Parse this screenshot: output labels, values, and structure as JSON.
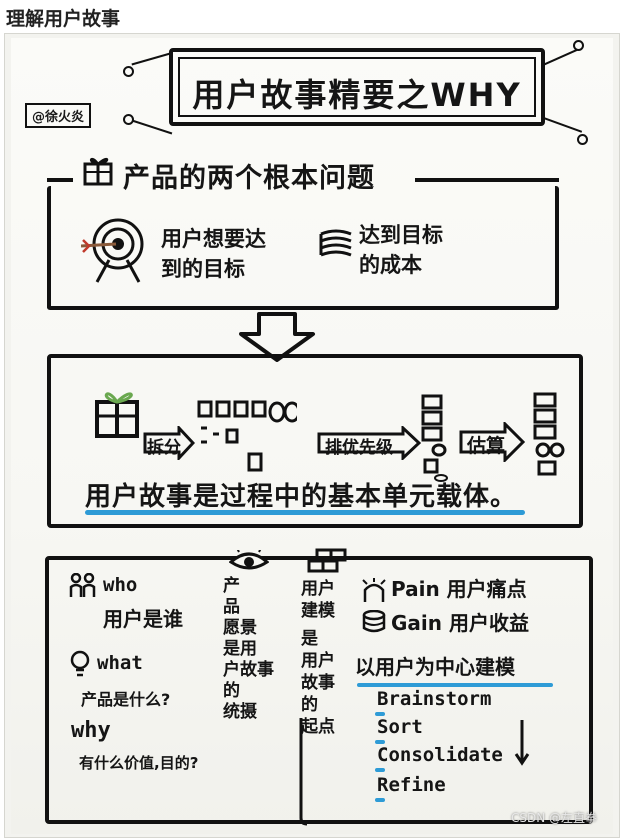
{
  "page": {
    "heading": "理解用户故事"
  },
  "poster": {
    "title": "用户故事精要之WHY",
    "credit": "@徐火炎",
    "section1": {
      "title": "产品的两个根本问题",
      "point_a": [
        "用户想要达",
        "到的目标"
      ],
      "point_b": [
        "达到目标",
        "的成本"
      ]
    },
    "section2": {
      "flow": [
        "拆分",
        "排优先级",
        "估算"
      ],
      "sentence": "用户故事是过程中的基本单元载体。"
    },
    "section3": {
      "who": "who",
      "who_desc": "用户是谁",
      "what": "what",
      "what_desc": "产品是什么?",
      "why": "why",
      "why_desc": "有什么价值,目的?",
      "vision_col": [
        "产",
        "品",
        "愿",
        "景",
        "是",
        "用",
        "户",
        "故",
        "事",
        "的",
        "统",
        "摄"
      ],
      "model_col": [
        "用户",
        "建模",
        "是",
        "用户",
        "故事",
        "的",
        "起点"
      ],
      "pain": "Pain 用户痛点",
      "gain": "Gain 用户收益",
      "center": "以用户为中心建模",
      "steps": [
        "Brainstorm",
        "Sort",
        "Consolidate",
        "Refine"
      ]
    }
  },
  "watermark": "CSDN @左直拳",
  "colors": {
    "ink": "#151515",
    "accent_blue": "#2e9bd6",
    "paper": "#f7f7f3"
  }
}
